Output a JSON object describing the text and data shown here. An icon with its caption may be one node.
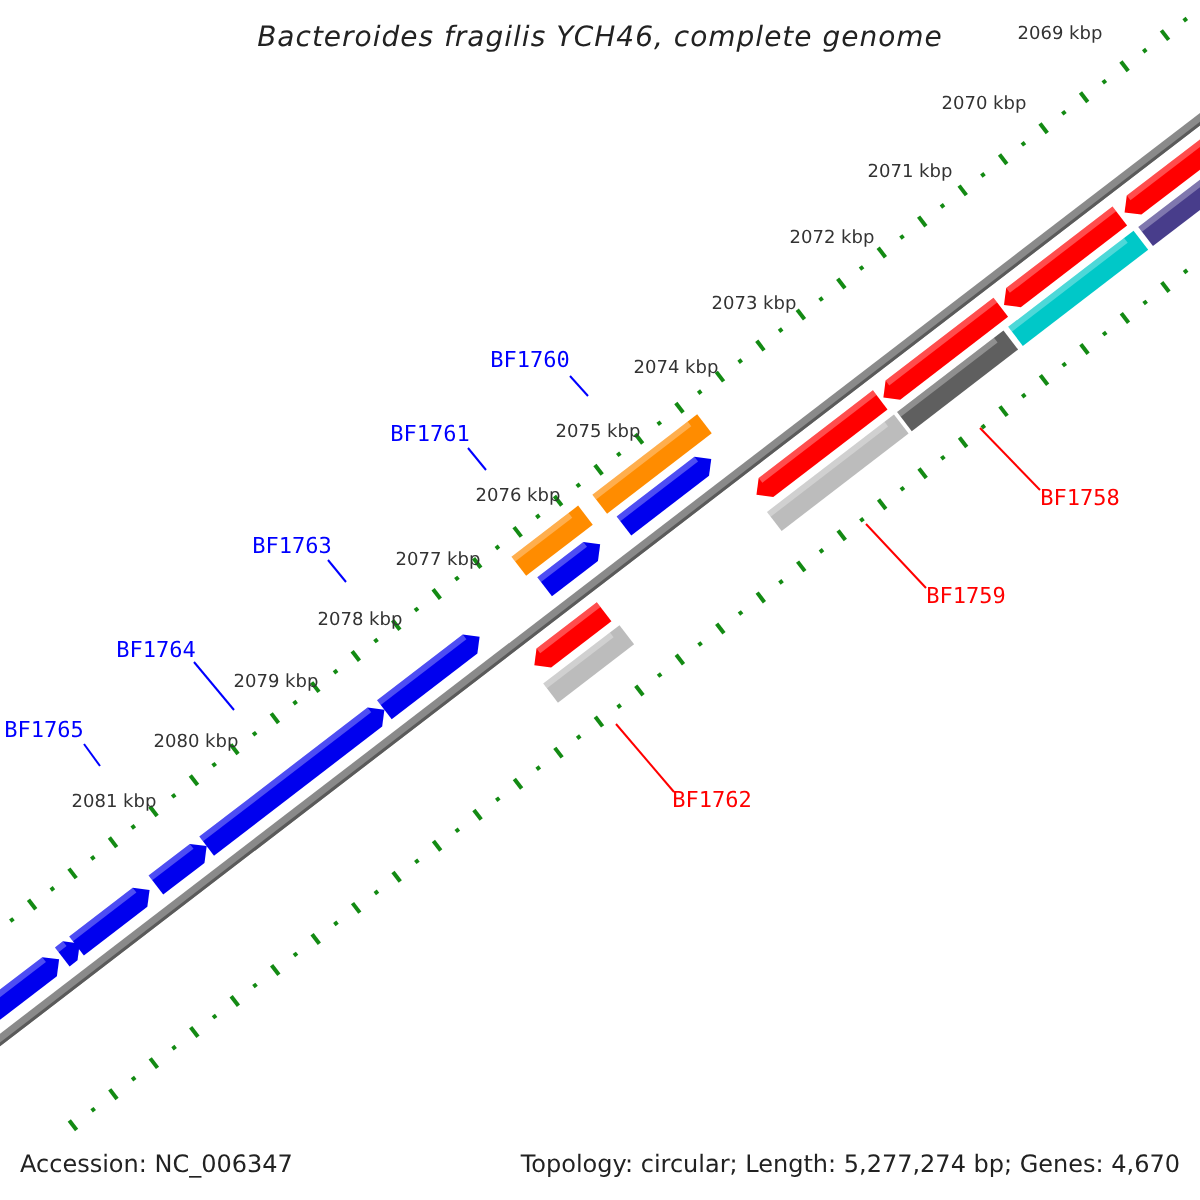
{
  "diagram": {
    "title": "Bacteroides fragilis YCH46, complete genome",
    "nodes": [
      {
        "text": [
          "BF1760"
        ]
      },
      {
        "text": [
          "BF1761"
        ]
      },
      {
        "text": [
          "BF1758"
        ]
      },
      {
        "text": [
          "BF1763"
        ]
      },
      {
        "text": [
          "BF1759"
        ]
      },
      {
        "text": [
          "BF1764"
        ]
      },
      {
        "text": [
          "BF1765"
        ]
      },
      {
        "text": [
          "BF1762"
        ]
      }
    ],
    "edges": [
      {
        "from": 0,
        "to": null,
        "arrow": "none"
      },
      {
        "from": 1,
        "to": null,
        "arrow": "none"
      },
      {
        "from": 2,
        "to": null,
        "arrow": "none",
        "color": "#ff0000"
      },
      {
        "from": 3,
        "to": null,
        "arrow": "none"
      },
      {
        "from": 4,
        "to": null,
        "arrow": "none",
        "color": "#ff0000"
      },
      {
        "from": 5,
        "to": null,
        "arrow": "none"
      },
      {
        "from": 6,
        "to": null,
        "arrow": "none"
      },
      {
        "from": 7,
        "to": null,
        "arrow": "none",
        "color": "#ff0000"
      }
    ],
    "labels": [
      "2069 kbp",
      "2070 kbp",
      "2071 kbp",
      "2072 kbp",
      "2073 kbp",
      "2074 kbp",
      "2075 kbp",
      "2076 kbp",
      "2077 kbp",
      "2078 kbp",
      "2079 kbp",
      "2080 kbp",
      "2081 kbp",
      "Accession: NC_006347",
      "Topology: circular; Length: 5,277,274 bp; Genes: 4,670"
    ]
  }
}
